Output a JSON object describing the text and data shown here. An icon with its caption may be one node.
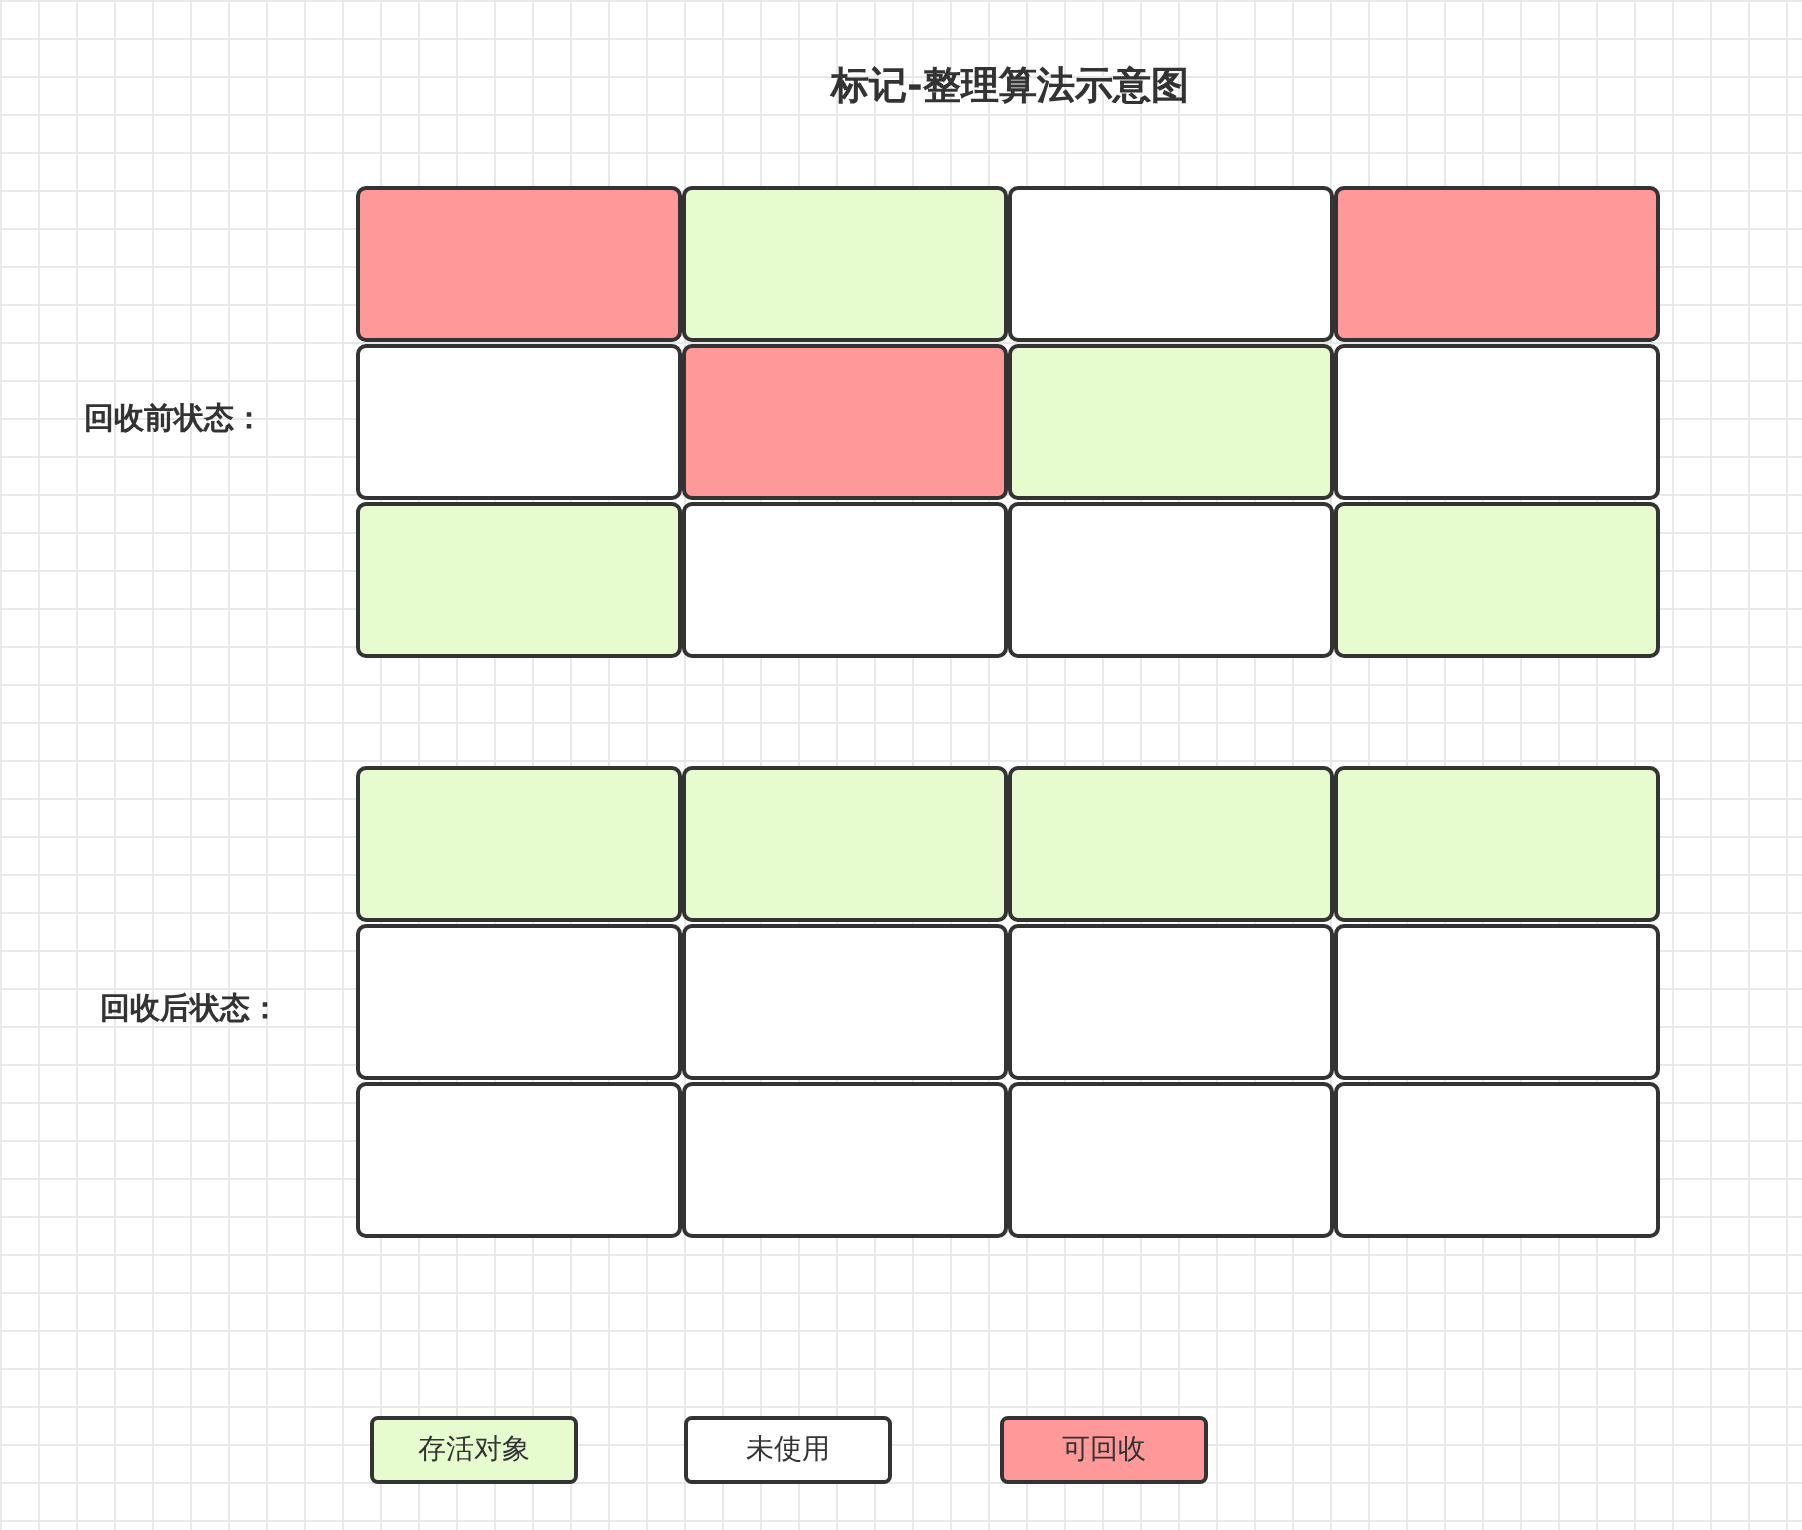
{
  "diagram": {
    "title": "标记-整理算法示意图",
    "nodes": [
      {
        "text": [],
        "shape": "box"
      },
      {
        "text": [],
        "shape": "box"
      },
      {
        "text": [],
        "shape": "box"
      },
      {
        "text": [],
        "shape": "box"
      },
      {
        "text": [],
        "shape": "box"
      },
      {
        "text": [],
        "shape": "box"
      },
      {
        "text": [],
        "shape": "box"
      },
      {
        "text": [],
        "shape": "box"
      },
      {
        "text": [],
        "shape": "box"
      },
      {
        "text": [],
        "shape": "box"
      },
      {
        "text": [],
        "shape": "box"
      },
      {
        "text": [],
        "shape": "box"
      },
      {
        "text": [],
        "shape": "box"
      },
      {
        "text": [],
        "shape": "box"
      },
      {
        "text": [],
        "shape": "box"
      },
      {
        "text": [],
        "shape": "box"
      },
      {
        "text": [],
        "shape": "box"
      },
      {
        "text": [],
        "shape": "box"
      },
      {
        "text": [],
        "shape": "box"
      },
      {
        "text": [],
        "shape": "box"
      },
      {
        "text": [],
        "shape": "box"
      },
      {
        "text": [],
        "shape": "box"
      },
      {
        "text": [],
        "shape": "box"
      },
      {
        "text": [],
        "shape": "box"
      }
    ],
    "labels": [
      "回收前状态：",
      "回收后状态："
    ],
    "legend": [
      {
        "text": "存活对象",
        "color": "#e6fccf"
      },
      {
        "text": "未使用",
        "color": "#ffffff"
      },
      {
        "text": "可回收",
        "color": "#ff9999"
      }
    ]
  }
}
